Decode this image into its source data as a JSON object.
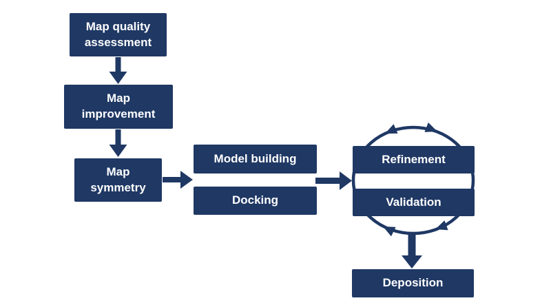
{
  "diagram": {
    "type": "flowchart",
    "background_color": "#FFFFFF",
    "node_fill_color": "#1F3864",
    "node_text_color": "#FFFFFF",
    "arrow_color": "#1F3864",
    "nodes": [
      {
        "id": "map-quality-assessment",
        "label": "Map quality assessment"
      },
      {
        "id": "map-improvement",
        "label": "Map improvement"
      },
      {
        "id": "map-symmetry",
        "label": "Map symmetry"
      },
      {
        "id": "model-building",
        "label": "Model building"
      },
      {
        "id": "docking",
        "label": "Docking"
      },
      {
        "id": "refinement",
        "label": "Refinement"
      },
      {
        "id": "validation",
        "label": "Validation"
      },
      {
        "id": "deposition",
        "label": "Deposition"
      }
    ],
    "connectors": [
      {
        "from": "map-quality-assessment",
        "to": "map-improvement",
        "style": "straight-arrow-down"
      },
      {
        "from": "map-improvement",
        "to": "map-symmetry",
        "style": "straight-arrow-down"
      },
      {
        "from": "map-symmetry",
        "to": "model-building / docking",
        "style": "straight-arrow-right"
      },
      {
        "from": "model-building / docking",
        "to": "refinement / validation",
        "style": "straight-arrow-right"
      },
      {
        "from": "refinement",
        "to": "validation",
        "style": "circular-cycle-arrows"
      },
      {
        "from": "refinement / validation",
        "to": "deposition",
        "style": "straight-arrow-down"
      }
    ]
  }
}
